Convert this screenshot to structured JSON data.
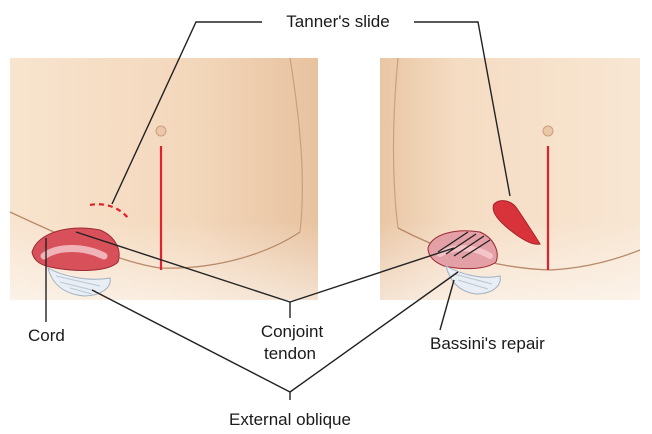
{
  "labels": {
    "tanners_slide": "Tanner's slide",
    "cord": "Cord",
    "conjoint_tendon_line1": "Conjoint",
    "conjoint_tendon_line2": "tendon",
    "bassinis_repair": "Bassini's repair",
    "external_oblique": "External oblique"
  },
  "colors": {
    "skin": "#f6dcc2",
    "skin_shadow": "#e9c2a0",
    "incision": "#e0222a",
    "muscle": "#d8505a",
    "tendon": "#e8eef4",
    "leader_line": "#222222"
  }
}
